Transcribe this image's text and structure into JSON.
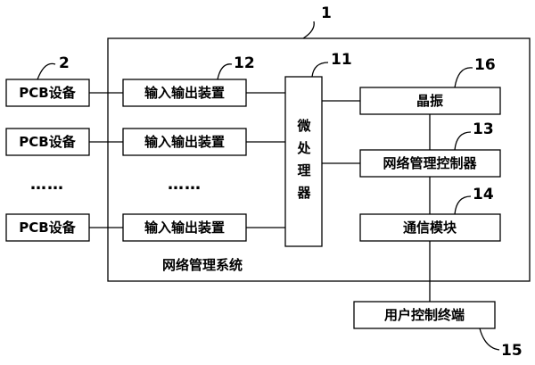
{
  "labels": {
    "pcb_device": "PCB设备",
    "io_device": "输入输出装置",
    "microprocessor": "微处理器",
    "crystal": "晶振",
    "network_controller": "网络管理控制器",
    "comm_module": "通信模块",
    "system_label": "网络管理系统",
    "user_terminal": "用户控制终端",
    "ellipsis": "……"
  },
  "refs": {
    "system": "1",
    "pcb": "2",
    "micro": "11",
    "io": "12",
    "netctl": "13",
    "comm": "14",
    "terminal": "15",
    "crystal": "16"
  }
}
